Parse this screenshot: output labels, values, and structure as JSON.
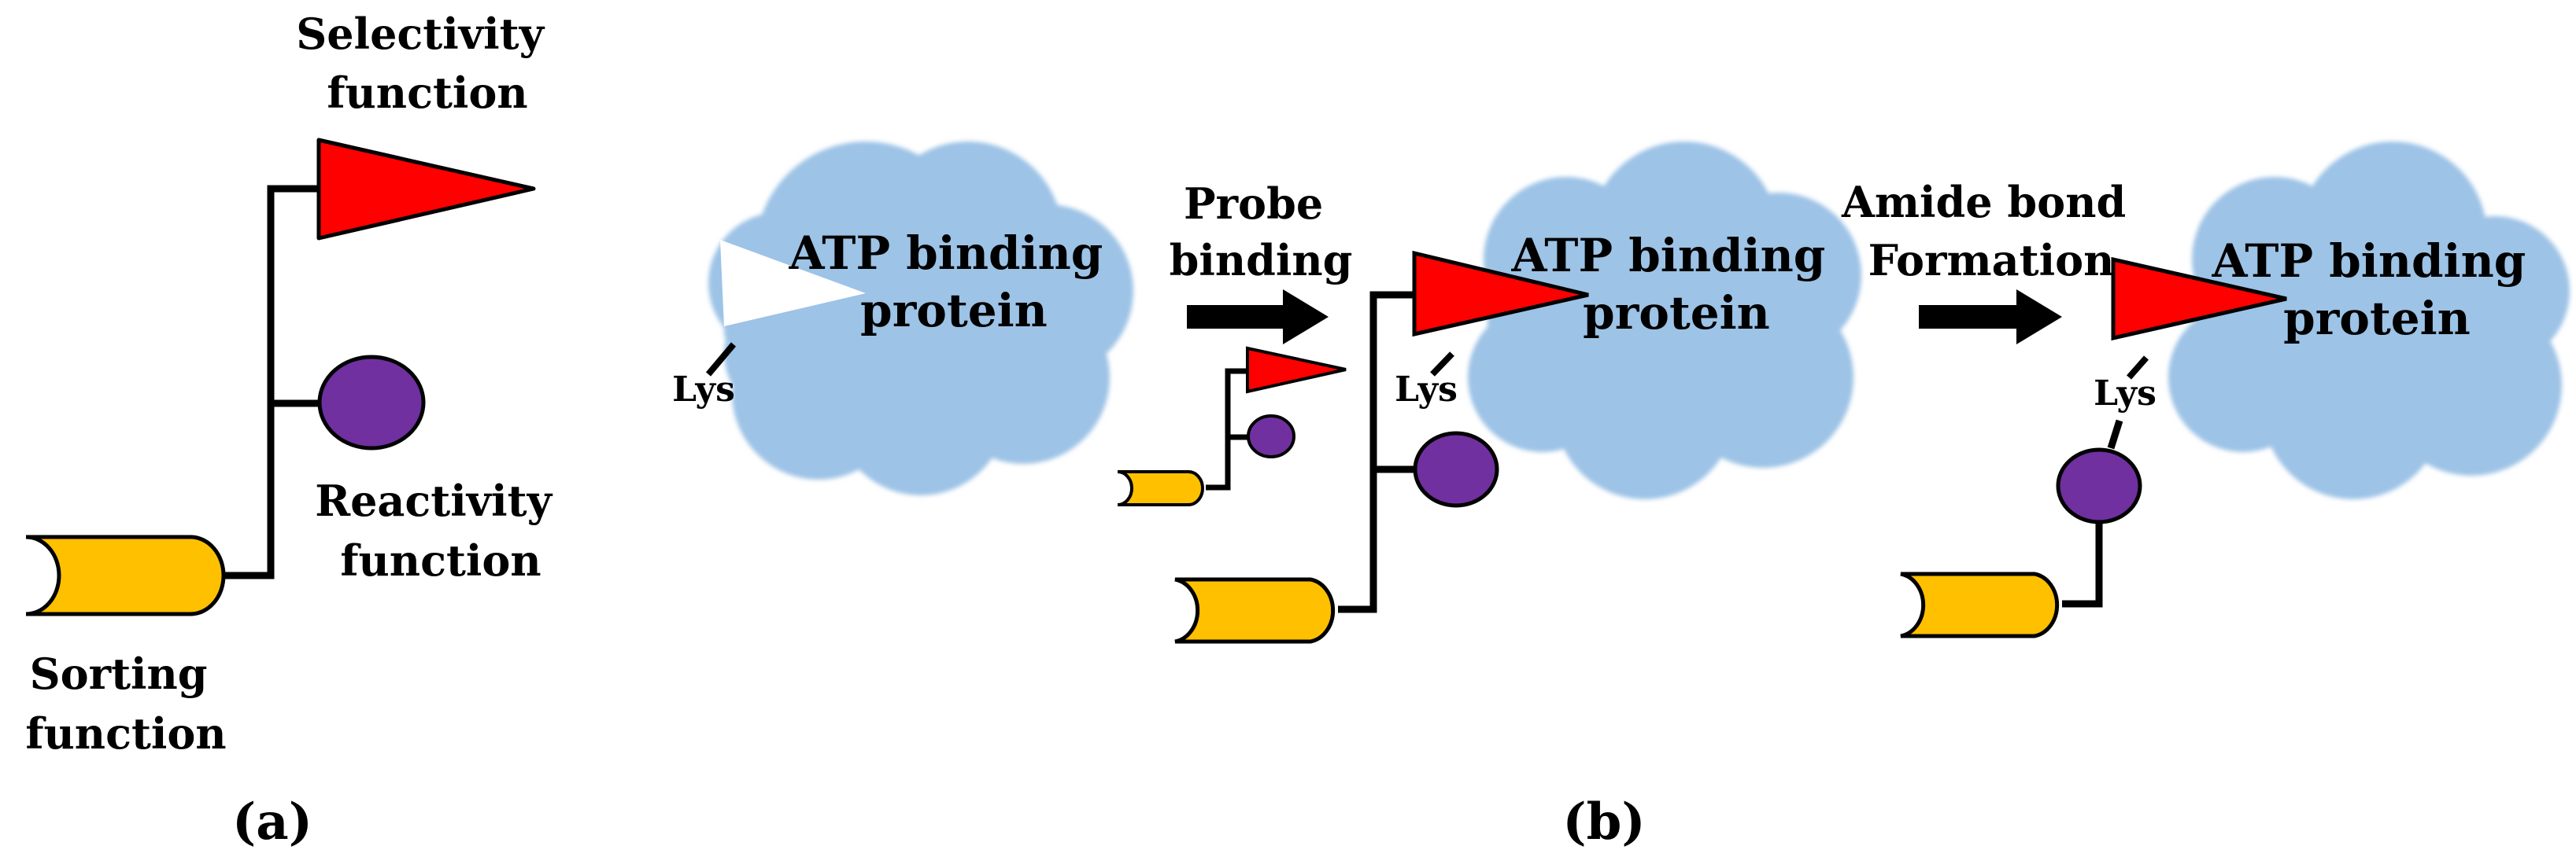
{
  "panel_a": {
    "selectivity_label": [
      "Selectivity",
      "function"
    ],
    "reactivity_label": [
      "Reactivity",
      "function"
    ],
    "sorting_label": [
      "Sorting",
      "function"
    ],
    "caption": "(a)"
  },
  "panel_b": {
    "protein_label": [
      "ATP binding",
      "protein"
    ],
    "lys_label": "Lys",
    "step1_label": [
      "Probe",
      "binding"
    ],
    "step2_label": [
      "Amide bond",
      "Formation"
    ],
    "caption": "(b)"
  },
  "colors": {
    "selectivity_flag": "#ff0000",
    "reactivity_circle": "#7030a0",
    "sorting_tag": "#ffc000",
    "protein_cloud": "#9dc3e6",
    "line": "#000000"
  },
  "icons": {
    "selectivity": "red-flag-triangle-icon",
    "reactivity": "purple-circle-icon",
    "sorting": "yellow-cylinder-tag-icon",
    "protein": "blue-cloud-icon",
    "arrow": "right-arrow-icon"
  }
}
